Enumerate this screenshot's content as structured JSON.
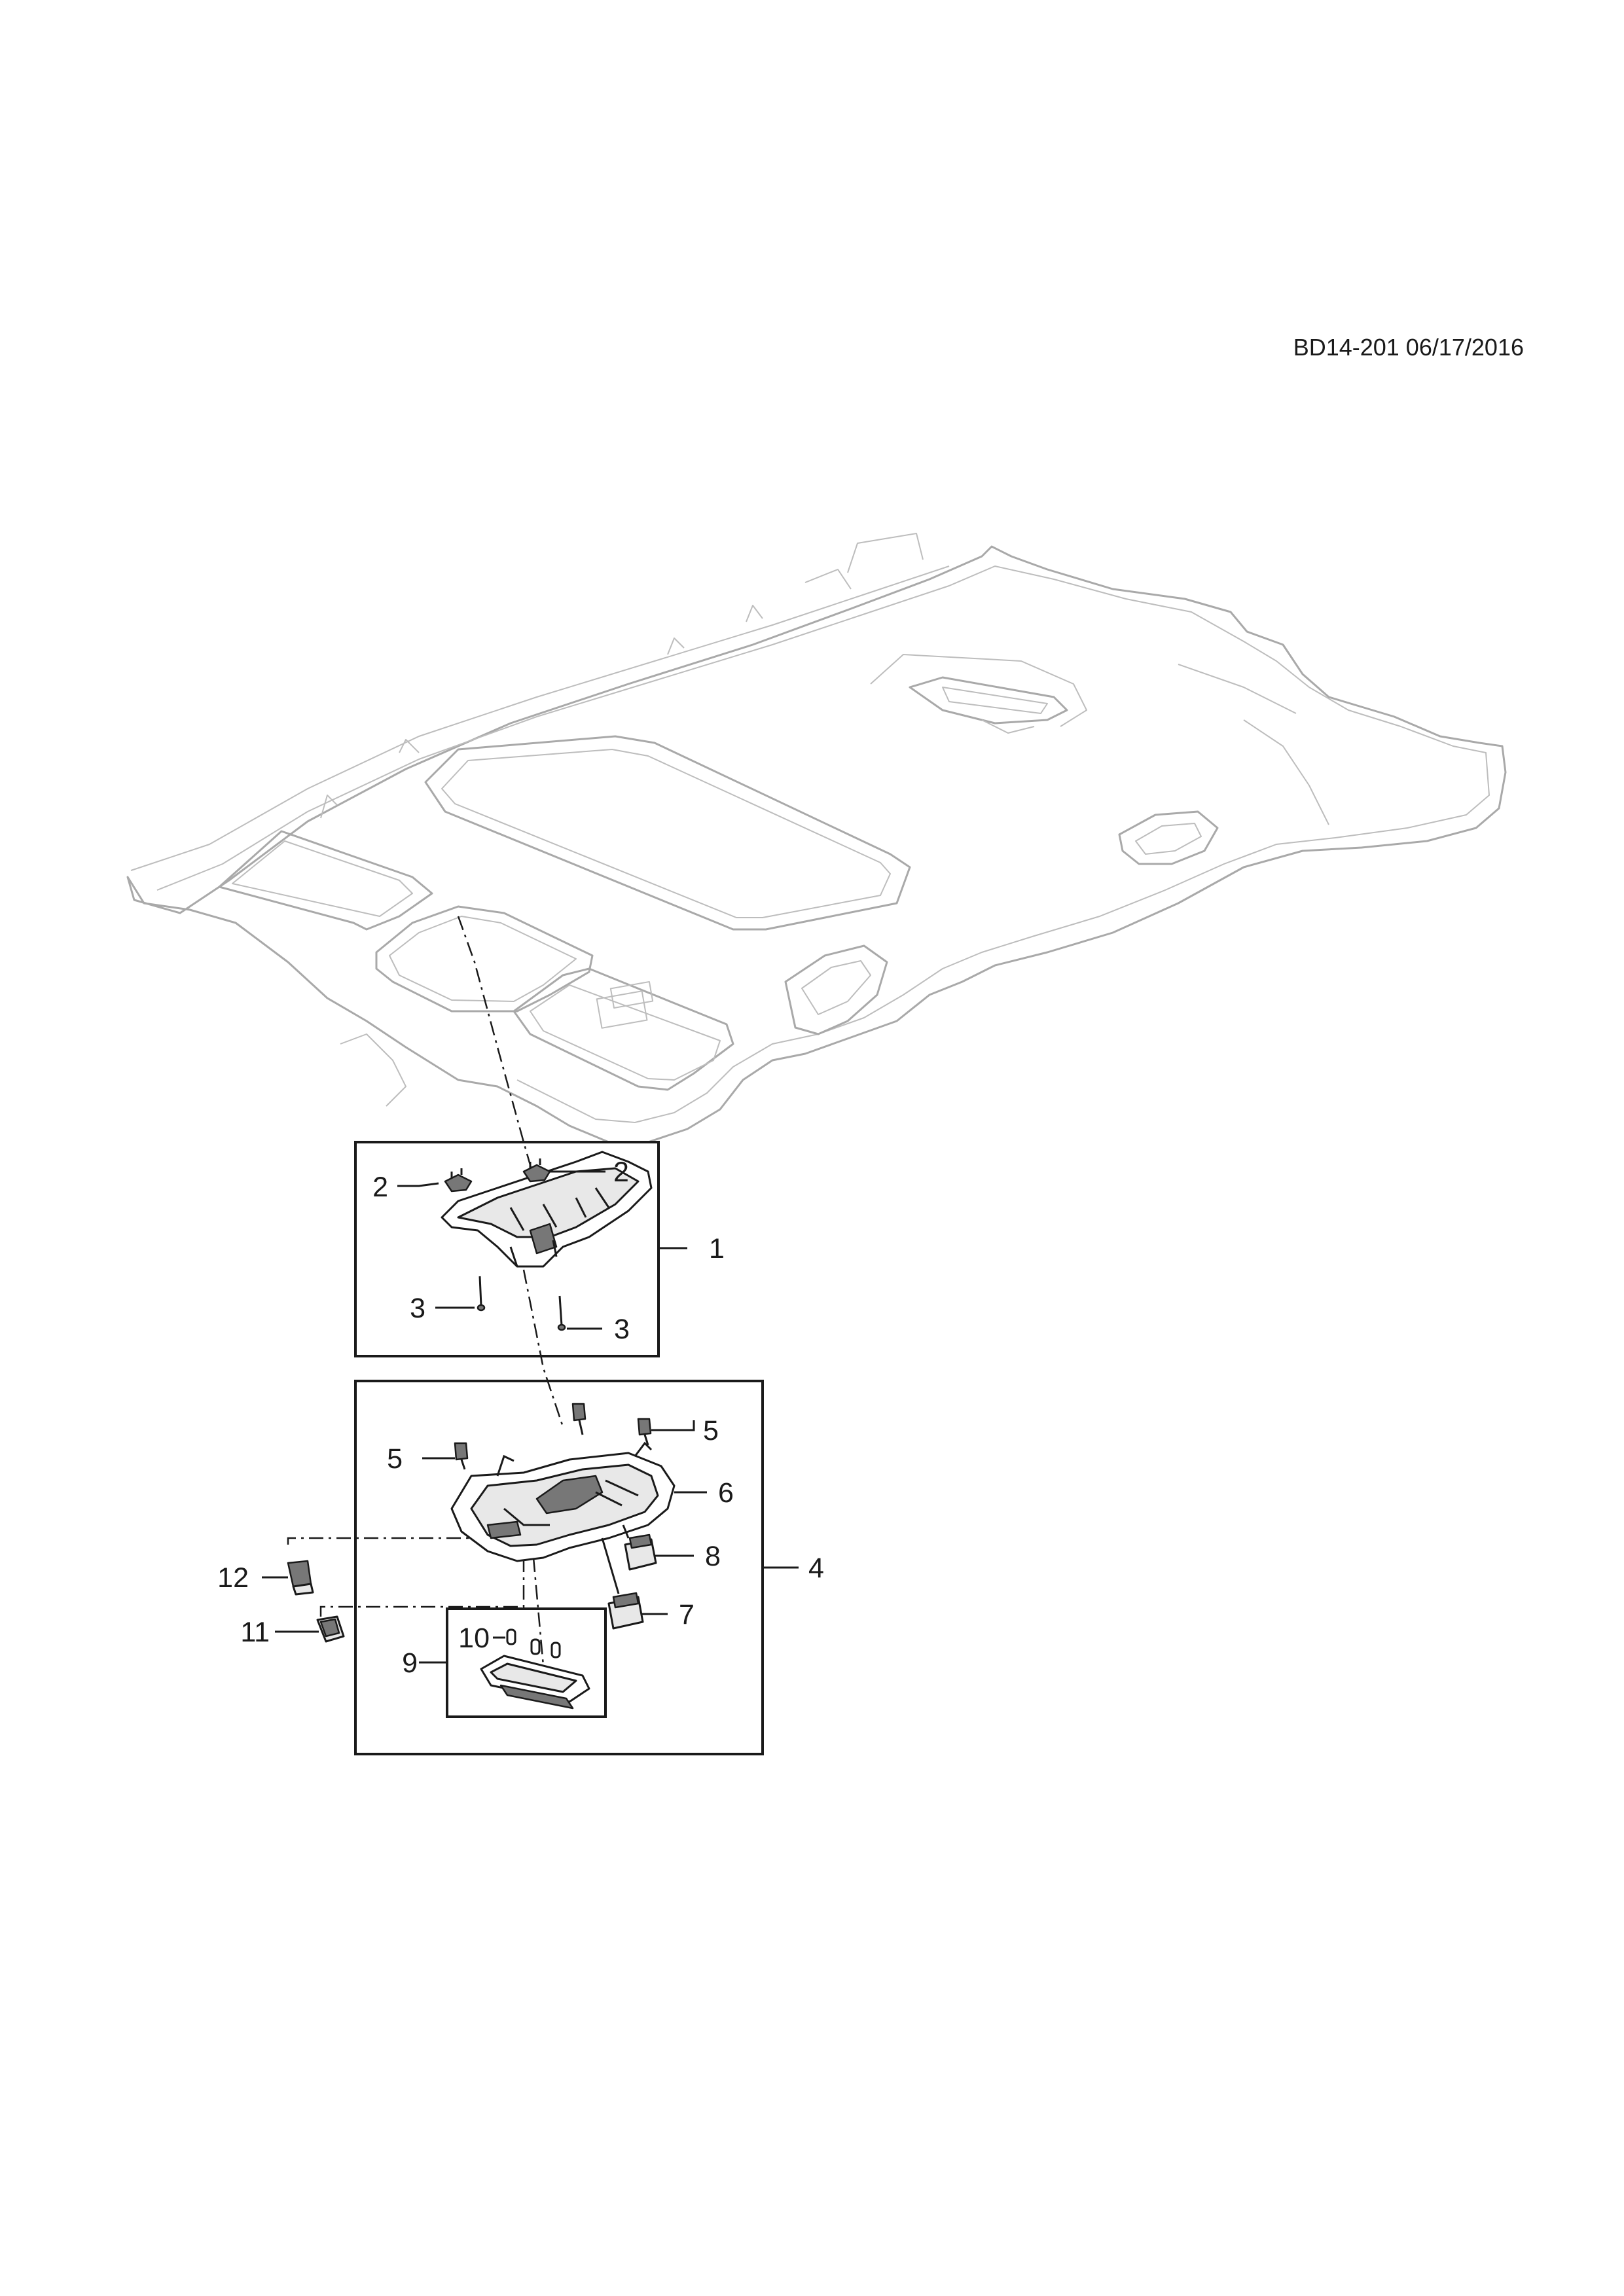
{
  "drawing_ref": "BD14-201 06/17/2016",
  "callouts": {
    "c1": "1",
    "c2a": "2",
    "c2b": "2",
    "c3a": "3",
    "c3b": "3",
    "c4": "4",
    "c5a": "5",
    "c5b": "5",
    "c6": "6",
    "c7": "7",
    "c8": "8",
    "c9": "9",
    "c10": "10",
    "c11": "11",
    "c12": "12"
  },
  "colors": {
    "line": "#1a1a1a",
    "headliner_outline": "#a9a9a9",
    "part_fill": "#e8e8e8"
  }
}
